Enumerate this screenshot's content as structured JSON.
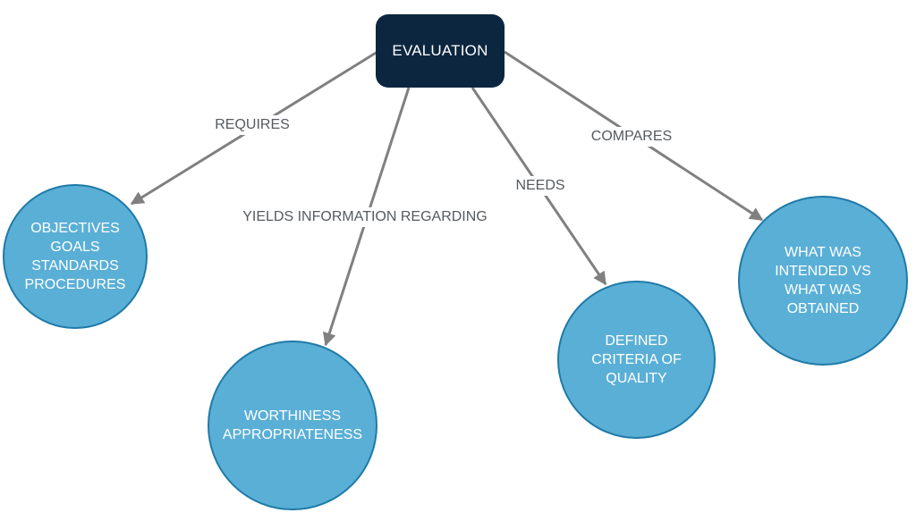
{
  "root": {
    "label": "EVALUATION"
  },
  "nodes": [
    {
      "id": "objectives",
      "label": "OBJECTIVES\nGOALS\nSTANDARDS\nPROCEDURES"
    },
    {
      "id": "worthiness",
      "label": "WORTHINESS\nAPPROPRIATENESS"
    },
    {
      "id": "criteria",
      "label": "DEFINED\nCRITERIA OF\nQUALITY"
    },
    {
      "id": "intended",
      "label": "WHAT WAS\nINTENDED VS\nWHAT WAS\nOBTAINED"
    }
  ],
  "edges": [
    {
      "from": "root",
      "to": "objectives",
      "label": "REQUIRES"
    },
    {
      "from": "root",
      "to": "worthiness",
      "label": "YIELDS INFORMATION REGARDING"
    },
    {
      "from": "root",
      "to": "criteria",
      "label": "NEEDS"
    },
    {
      "from": "root",
      "to": "intended",
      "label": "COMPARES"
    }
  ],
  "colors": {
    "root_fill": "#0c2640",
    "node_fill": "#5aafd6",
    "node_border": "#1f7aa8",
    "edge": "#808080",
    "edge_label": "#555a5f"
  }
}
